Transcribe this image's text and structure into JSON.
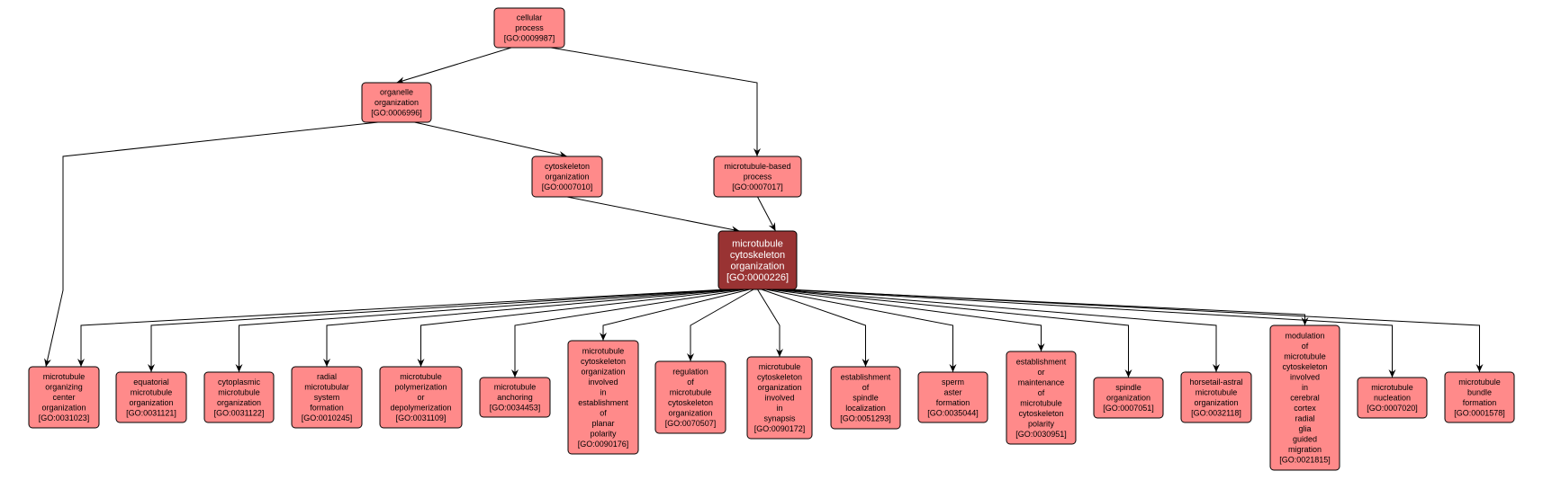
{
  "graph": {
    "colors": {
      "node_fill": "#ff8a8a",
      "highlight_fill": "#993333",
      "edge": "#000000"
    },
    "nodes": [
      {
        "id": "cellular",
        "lines": [
          "cellular",
          "process"
        ],
        "go": "[GO:0009987]"
      },
      {
        "id": "organelle",
        "lines": [
          "organelle",
          "organization"
        ],
        "go": "[GO:0006996]"
      },
      {
        "id": "cytoskel",
        "lines": [
          "cytoskeleton",
          "organization"
        ],
        "go": "[GO:0007010]"
      },
      {
        "id": "mtbased",
        "lines": [
          "microtubule-based",
          "process"
        ],
        "go": "[GO:0007017]"
      },
      {
        "id": "mco",
        "lines": [
          "microtubule",
          "cytoskeleton",
          "organization"
        ],
        "go": "[GO:0000226]",
        "highlighted": true
      },
      {
        "id": "mtoc",
        "lines": [
          "microtubule",
          "organizing",
          "center",
          "organization"
        ],
        "go": "[GO:0031023]"
      },
      {
        "id": "equatorial",
        "lines": [
          "equatorial",
          "microtubule",
          "organization"
        ],
        "go": "[GO:0031121]"
      },
      {
        "id": "cytoplasmic",
        "lines": [
          "cytoplasmic",
          "microtubule",
          "organization"
        ],
        "go": "[GO:0031122]"
      },
      {
        "id": "radial",
        "lines": [
          "radial",
          "microtubular",
          "system",
          "formation"
        ],
        "go": "[GO:0010245]"
      },
      {
        "id": "polym",
        "lines": [
          "microtubule",
          "polymerization",
          "or",
          "depolymerization"
        ],
        "go": "[GO:0031109]"
      },
      {
        "id": "anchoring",
        "lines": [
          "microtubule",
          "anchoring"
        ],
        "go": "[GO:0034453]"
      },
      {
        "id": "planar",
        "lines": [
          "microtubule",
          "cytoskeleton",
          "organization",
          "involved",
          "in",
          "establishment",
          "of",
          "planar",
          "polarity"
        ],
        "go": "[GO:0090176]"
      },
      {
        "id": "regulation",
        "lines": [
          "regulation",
          "of",
          "microtubule",
          "cytoskeleton",
          "organization"
        ],
        "go": "[GO:0070507]"
      },
      {
        "id": "synapsis",
        "lines": [
          "microtubule",
          "cytoskeleton",
          "organization",
          "involved",
          "in",
          "synapsis"
        ],
        "go": "[GO:0090172]"
      },
      {
        "id": "spindleloc",
        "lines": [
          "establishment",
          "of",
          "spindle",
          "localization"
        ],
        "go": "[GO:0051293]"
      },
      {
        "id": "sperm",
        "lines": [
          "sperm",
          "aster",
          "formation"
        ],
        "go": "[GO:0035044]"
      },
      {
        "id": "polarity",
        "lines": [
          "establishment",
          "or",
          "maintenance",
          "of",
          "microtubule",
          "cytoskeleton",
          "polarity"
        ],
        "go": "[GO:0030951]"
      },
      {
        "id": "spindleorg",
        "lines": [
          "spindle",
          "organization"
        ],
        "go": "[GO:0007051]"
      },
      {
        "id": "horsetail",
        "lines": [
          "horsetail-astral",
          "microtubule",
          "organization"
        ],
        "go": "[GO:0032118]"
      },
      {
        "id": "modulation",
        "lines": [
          "modulation",
          "of",
          "microtubule",
          "cytoskeleton",
          "involved",
          "in",
          "cerebral",
          "cortex",
          "radial",
          "glia",
          "guided",
          "migration"
        ],
        "go": "[GO:0021815]"
      },
      {
        "id": "nucleation",
        "lines": [
          "microtubule",
          "nucleation"
        ],
        "go": "[GO:0007020]"
      },
      {
        "id": "bundle",
        "lines": [
          "microtubule",
          "bundle",
          "formation"
        ],
        "go": "[GO:0001578]"
      }
    ],
    "edges": [
      [
        "cellular",
        "organelle"
      ],
      [
        "cellular",
        "mtbased"
      ],
      [
        "organelle",
        "cytoskel"
      ],
      [
        "organelle",
        "mtoc"
      ],
      [
        "cytoskel",
        "mco"
      ],
      [
        "mtbased",
        "mco"
      ],
      [
        "mco",
        "mtoc"
      ],
      [
        "mco",
        "equatorial"
      ],
      [
        "mco",
        "cytoplasmic"
      ],
      [
        "mco",
        "radial"
      ],
      [
        "mco",
        "polym"
      ],
      [
        "mco",
        "anchoring"
      ],
      [
        "mco",
        "planar"
      ],
      [
        "mco",
        "regulation"
      ],
      [
        "mco",
        "synapsis"
      ],
      [
        "mco",
        "spindleloc"
      ],
      [
        "mco",
        "sperm"
      ],
      [
        "mco",
        "polarity"
      ],
      [
        "mco",
        "spindleorg"
      ],
      [
        "mco",
        "horsetail"
      ],
      [
        "mco",
        "modulation"
      ],
      [
        "mco",
        "nucleation"
      ],
      [
        "mco",
        "bundle"
      ]
    ]
  }
}
